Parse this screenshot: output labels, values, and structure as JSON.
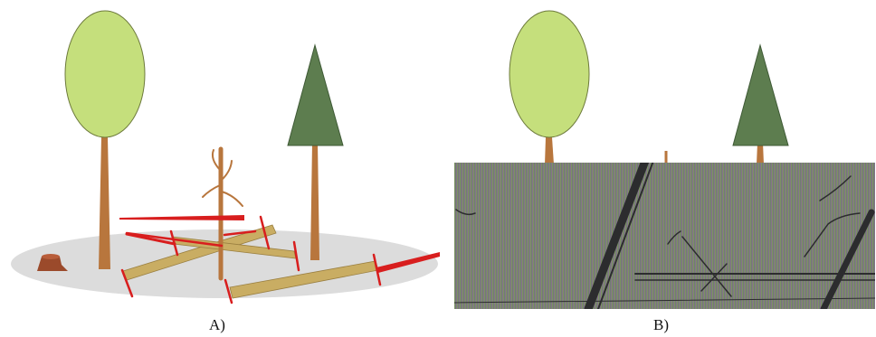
{
  "panels": [
    {
      "id": "A",
      "label": "A)"
    },
    {
      "id": "B",
      "label": "B)"
    }
  ],
  "colors": {
    "background": "#ffffff",
    "ground": "#dcdcdc",
    "deciduous_crown": "#c5df7c",
    "conifer_crown": "#5d7d4f",
    "trunk": "#b8763d",
    "dead_snag": "#b8763d",
    "log": "#c9ad63",
    "stump": "#9b4a2b",
    "transect_line": "#d81e1e",
    "scan_overlay": "#7a8068"
  },
  "icons": [
    "deciduous-tree-icon",
    "conifer-tree-icon",
    "dead-snag-icon",
    "stump-icon",
    "fallen-log-icon",
    "transect-line-icon"
  ]
}
